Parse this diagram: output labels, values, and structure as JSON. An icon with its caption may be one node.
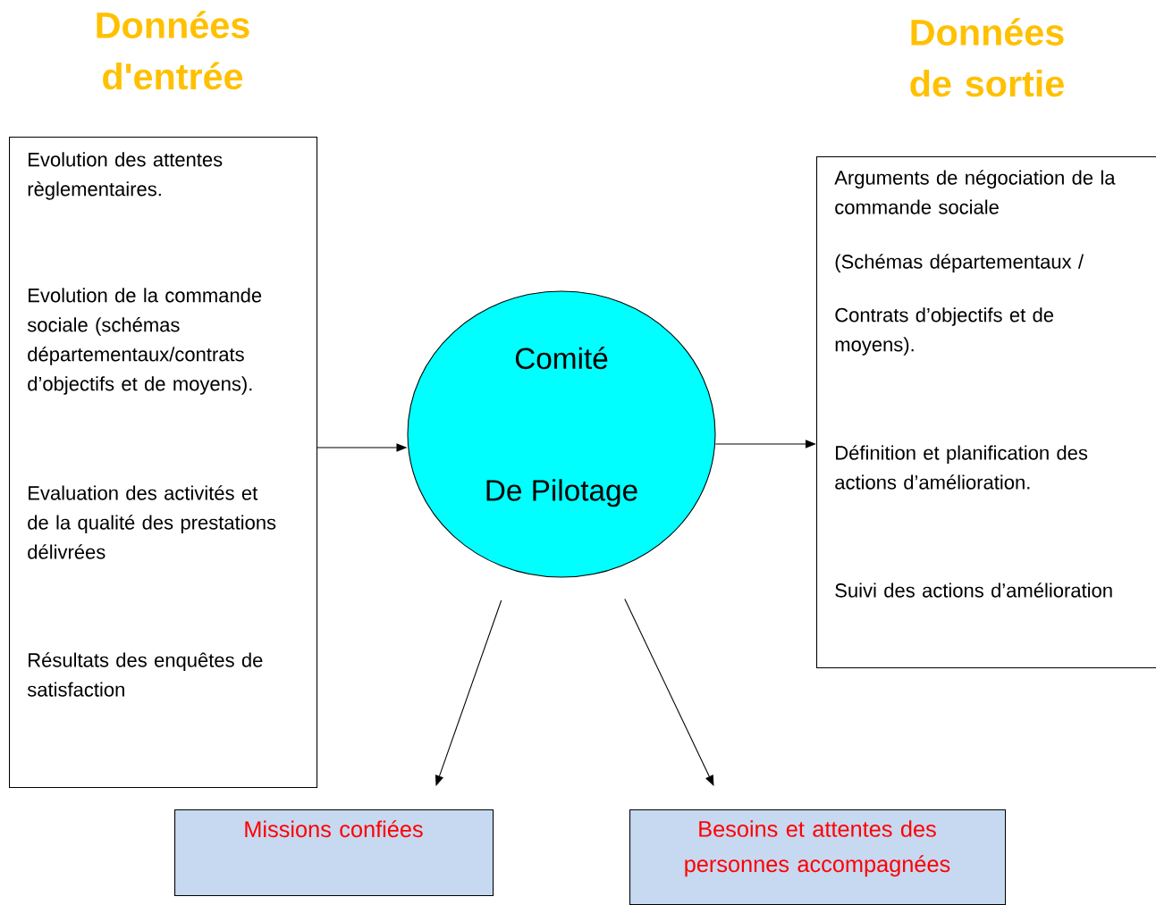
{
  "diagram": {
    "nodes": [
      {
        "text": [
          "Evolution des attentes règlementaires.",
          "Evolution de la commande sociale (schémas départementaux/contrats d’objectifs et de moyens).",
          "Evaluation des activités et de la qualité des prestations délivrées",
          "Résultats des enquêtes de satisfaction"
        ]
      },
      {
        "text": [
          "Comité",
          "De Pilotage"
        ]
      },
      {
        "text": [
          "Arguments de négociation de la commande sociale",
          "(Schémas départementaux /",
          "Contrats d’objectifs et de moyens).",
          "Définition et planification des actions d’amélioration.",
          "Suivi des actions d’amélioration"
        ]
      },
      {
        "text": [
          "Missions confiées"
        ]
      },
      {
        "text": [
          "Besoins et attentes des personnes accompagnées"
        ]
      }
    ],
    "edges": [
      {
        "from": 0,
        "to": 1,
        "arrow": "to"
      },
      {
        "from": 1,
        "to": 2,
        "arrow": "to"
      },
      {
        "from": 1,
        "to": 3,
        "arrow": "to"
      },
      {
        "from": 1,
        "to": 4,
        "arrow": "to"
      }
    ],
    "labels": [
      "Données d'entrée",
      "Données de sortie"
    ]
  }
}
